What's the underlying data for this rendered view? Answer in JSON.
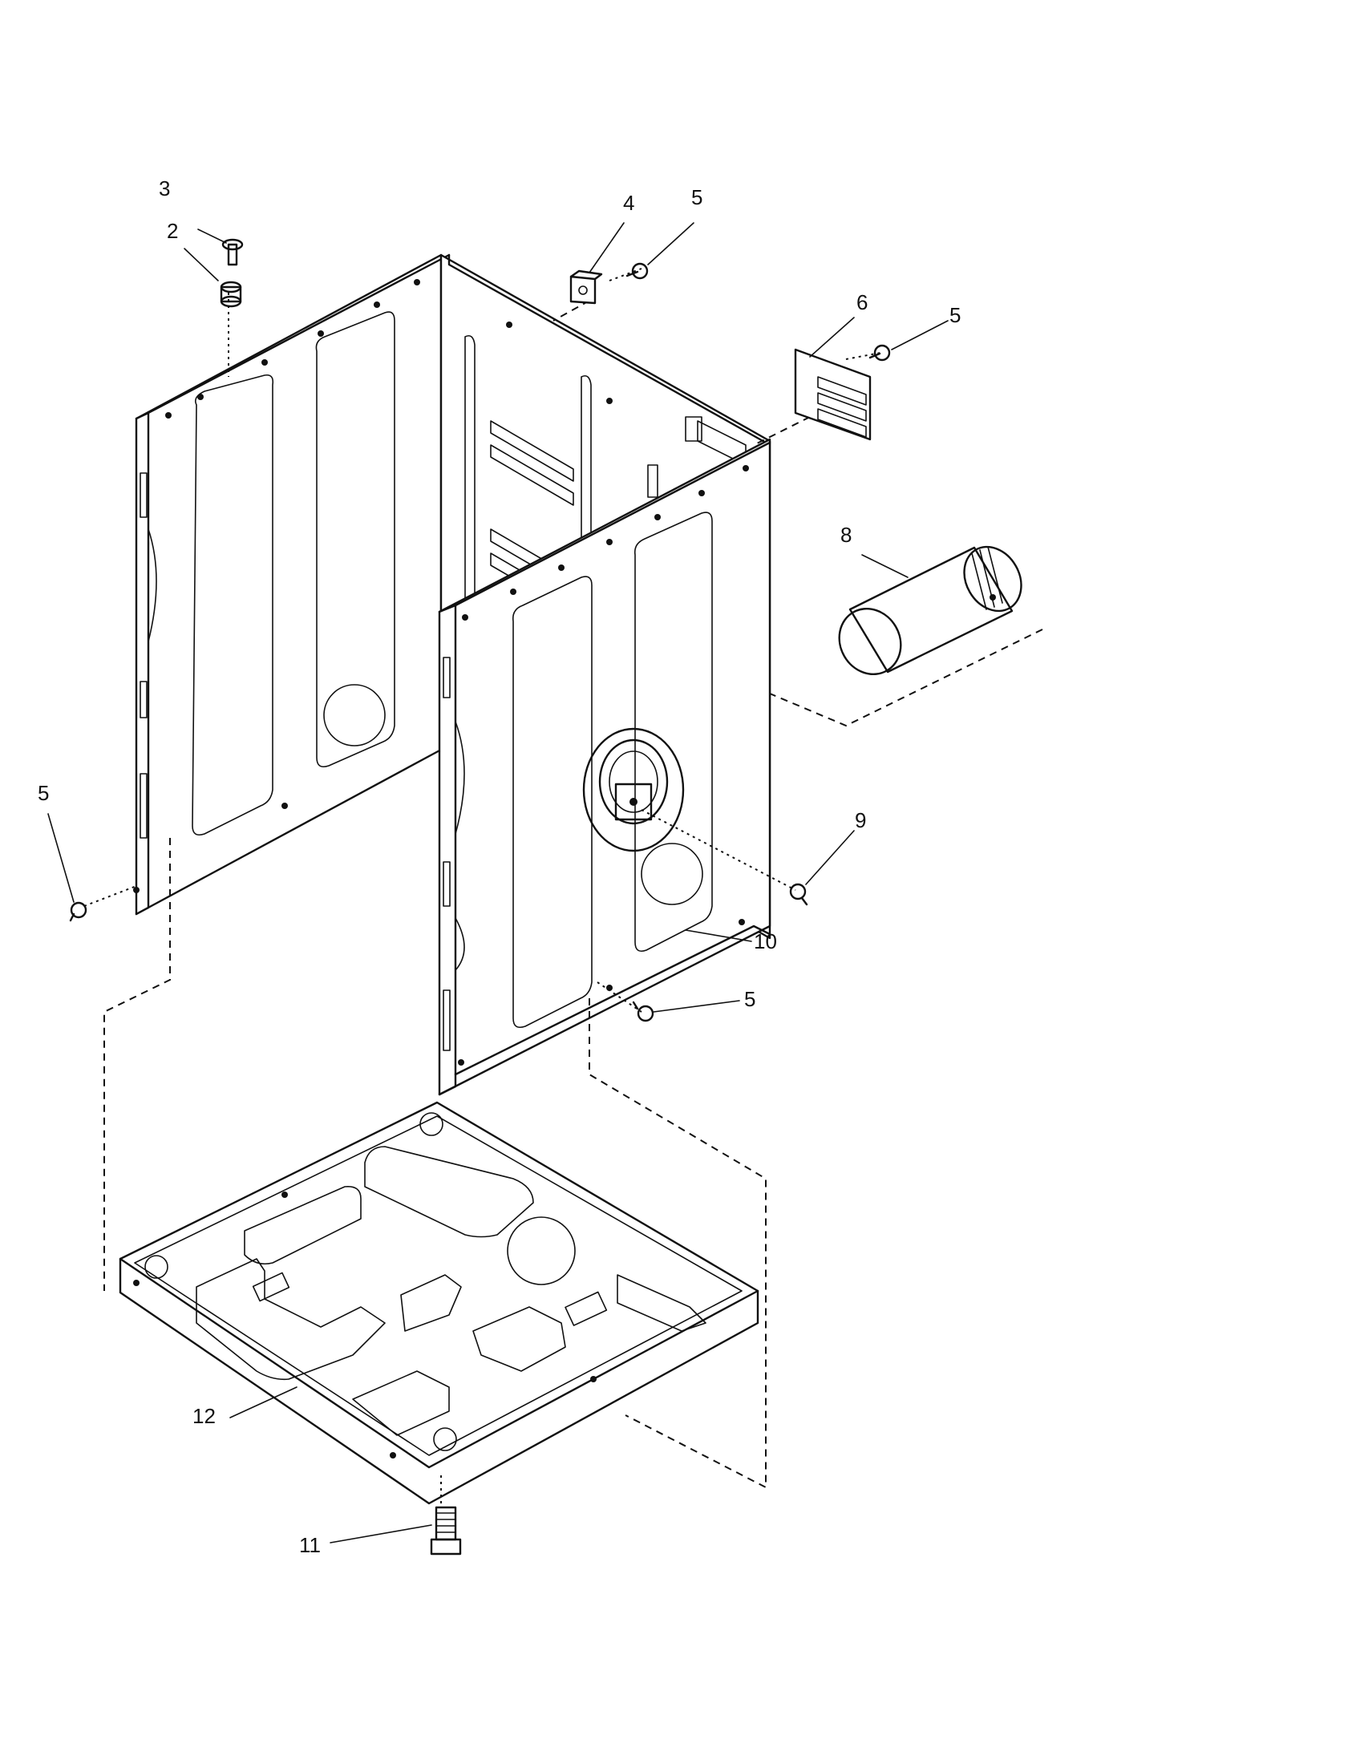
{
  "callouts": {
    "c2": "2",
    "c3": "3",
    "c4": "4",
    "c5_top": "5",
    "c5_right": "5",
    "c5_left": "5",
    "c5_bottom": "5",
    "c6": "6",
    "c8": "8",
    "c9": "9",
    "c10": "10",
    "c11": "11",
    "c12": "12"
  }
}
